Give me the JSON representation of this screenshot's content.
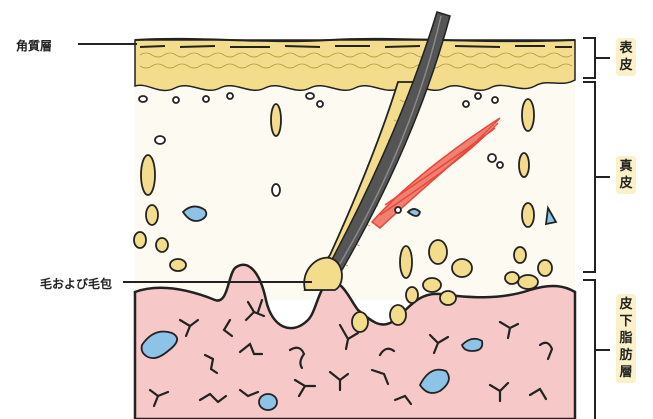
{
  "left_labels": {
    "stratum_corneum": "角質層",
    "hair_follicle": "毛および毛包"
  },
  "right_labels": {
    "epidermis": "表皮",
    "dermis": "真皮",
    "subcutaneous_fat": "皮下脂肪層"
  },
  "colors": {
    "dermis": "#fdfbf1",
    "subcutis": "#f6c9c8",
    "cells": "#f3dc8c",
    "vessels": "#8cc3e6",
    "muscle": "#e8473a",
    "label_bg": "#fbf1c8",
    "hair": "#555555"
  }
}
